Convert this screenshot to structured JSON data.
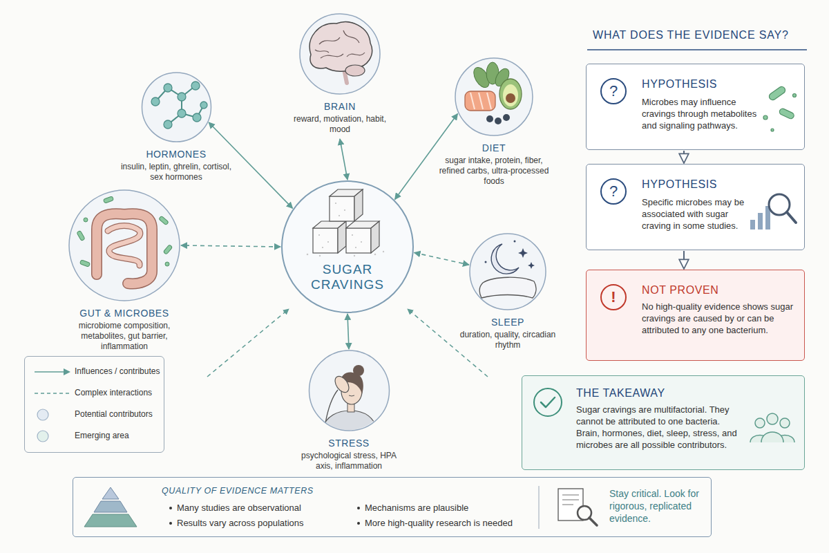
{
  "diagram": {
    "nodes": [
      {
        "text": [
          "BRAIN",
          "reward, motivation, habit, mood"
        ]
      },
      {
        "text": [
          "HORMONES",
          "insulin, leptin, ghrelin, cortisol, sex hormones"
        ]
      },
      {
        "text": [
          "DIET",
          "sugar intake, protein, fiber, refined carbs, ultra-processed foods"
        ]
      },
      {
        "text": [
          "SUGAR CRAVINGS"
        ]
      },
      {
        "text": [
          "GUT & MICROBES",
          "microbiome composition, metabolites, gut barrier, inflammation"
        ]
      },
      {
        "text": [
          "SLEEP",
          "duration, quality, circadian rhythm"
        ]
      },
      {
        "text": [
          "STRESS",
          "psychological stress, HPA axis, inflammation"
        ]
      },
      {
        "text": [
          "?",
          "HYPOTHESIS",
          "Microbes may influence cravings through metabolites and signaling pathways."
        ]
      },
      {
        "text": [
          "?",
          "HYPOTHESIS",
          "Specific microbes may be associated with sugar craving in some studies."
        ]
      },
      {
        "text": [
          "!",
          "NOT PROVEN",
          "No high-quality evidence shows sugar cravings are caused by or can be attributed to any one bacterium."
        ]
      },
      {
        "text": [
          "THE TAKEAWAY",
          "Sugar cravings are multifactorial. They cannot be attributed to one bacteria. Brain, hormones, diet, sleep, stress, and microbes are all possible contributors."
        ]
      },
      {
        "text": [
          "QUALITY OF EVIDENCE MATTERS",
          "Many studies are observational",
          "Results vary across populations",
          "Mechanisms are plausible",
          "More high-quality research is needed",
          "Stay critical. Look for rigorous, replicated evidence."
        ]
      }
    ],
    "edges": [
      {
        "from": 3,
        "to": 0,
        "arrow": "both"
      },
      {
        "from": 3,
        "to": 1,
        "arrow": "both"
      },
      {
        "from": 3,
        "to": 2,
        "arrow": "both"
      },
      {
        "from": 3,
        "to": 4,
        "arrow": "both"
      },
      {
        "from": 3,
        "to": 5,
        "arrow": "both"
      },
      {
        "from": 3,
        "to": 6,
        "arrow": "both"
      },
      {
        "from": 7,
        "to": 8,
        "arrow": "to"
      },
      {
        "from": 8,
        "to": 9,
        "arrow": "to"
      }
    ],
    "labels": [
      "WHAT DOES THE EVIDENCE SAY?"
    ],
    "legend": [
      {
        "text": "Influences / contributes"
      },
      {
        "text": "Complex interactions"
      },
      {
        "text": "Potential contributors",
        "color": "#e4ebf3"
      },
      {
        "text": "Emerging area",
        "color": "#e3f1ec"
      }
    ]
  }
}
